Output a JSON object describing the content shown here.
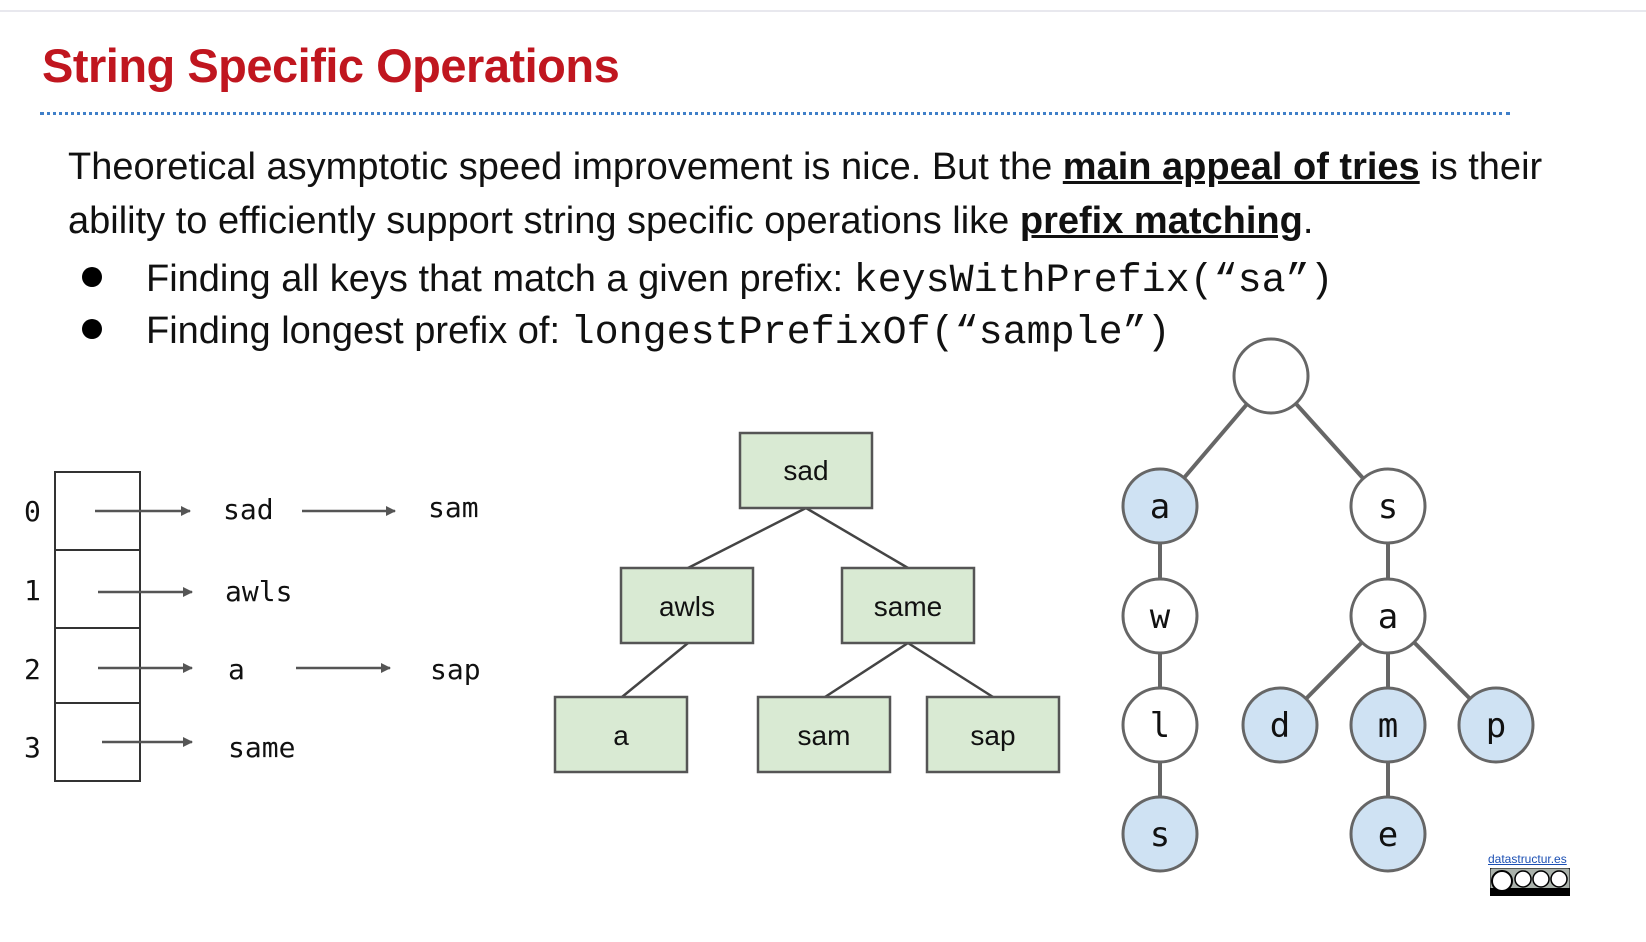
{
  "title": "String Specific Operations",
  "paragraph": {
    "part1": "Theoretical asymptotic speed improvement is nice. But the ",
    "bold1": "main appeal of tries",
    "part2": " is their ability to efficiently support string specific operations like ",
    "bold2": "prefix matching",
    "part3": "."
  },
  "bullets": [
    {
      "text": "Finding all keys that match a given prefix: ",
      "code": "keysWithPrefix(“sa”)"
    },
    {
      "text": "Finding longest prefix of: ",
      "code": "longestPrefixOf(“sample”)"
    }
  ],
  "hash_table": {
    "indices": [
      "0",
      "1",
      "2",
      "3"
    ],
    "chains": [
      [
        "sad",
        "sam"
      ],
      [
        "awls"
      ],
      [
        "a",
        "sap"
      ],
      [
        "same"
      ]
    ]
  },
  "bst": {
    "root": "sad",
    "level1": [
      "awls",
      "same"
    ],
    "level2": [
      "a",
      "sam",
      "sap"
    ],
    "fill": "#d9ead3"
  },
  "trie": {
    "left_branch": [
      "a",
      "w",
      "l",
      "s"
    ],
    "right_branch": [
      "s",
      "a"
    ],
    "right_children": [
      "d",
      "m",
      "p"
    ],
    "m_child": "e",
    "key_fill": "#cfe2f3"
  },
  "footer": {
    "link": "datastructur.es",
    "license": "cc-by-nc-sa-icon"
  }
}
